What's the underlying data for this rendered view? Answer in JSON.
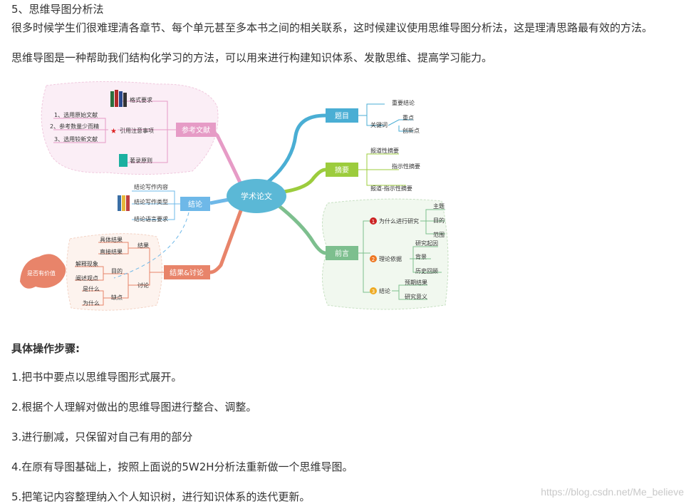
{
  "heading": "5、思维导图分析法",
  "intro1": "很多时候学生们很难理清各章节、每个单元甚至多本书之间的相关联系，这时候建议使用思维导图分析法，这是理清思路最有效的方法。",
  "intro2": "思维导图是一种帮助我们结构化学习的方法，可以用来进行构建知识体系、发散思维、提高学习能力。",
  "mindmap": {
    "center": "学术论文",
    "title_node": "题目",
    "title_items": [
      "重要结论",
      "关键词",
      "重点",
      "创新点"
    ],
    "abstract_node": "摘要",
    "abstract_items": [
      "报道性摘要",
      "指示性摘要",
      "报道-指示性摘要"
    ],
    "preface_node": "前言",
    "preface_groups": [
      {
        "label": "为什么进行研究",
        "num": "1",
        "items": [
          "主题",
          "目的",
          "范围"
        ]
      },
      {
        "label": "理论依据",
        "num": "2",
        "items": [
          "研究起因",
          "背景",
          "历史回顾"
        ]
      },
      {
        "label": "结论",
        "num": "3",
        "items": [
          "预期结果",
          "研究意义"
        ]
      }
    ],
    "ref_node": "参考文献",
    "ref_items": [
      "格式要求",
      "引用注意事项",
      "著录原则"
    ],
    "ref_sub": [
      "1、选用原始文献",
      "2、参考数量少而精",
      "3、选用较新文献"
    ],
    "conclusion_node": "结论",
    "conclusion_items": [
      "结论写作内容",
      "结论写作类型",
      "结论语言要求"
    ],
    "discussion_node": "结果&讨论",
    "result_label": "结果",
    "result_items": [
      "具体结果",
      "直接结果"
    ],
    "discuss_label": "讨论",
    "purpose_label": "目的",
    "purpose_items": [
      "解释现象",
      "阐述观点"
    ],
    "flaw_label": "缺点",
    "flaw_items": [
      "是什么",
      "为什么"
    ],
    "value_label": "是否有价值"
  },
  "steps_title": "具体操作步骤:",
  "steps": [
    "1.把书中要点以思维导图形式展开。",
    "2.根据个人理解对做出的思维导图进行整合、调整。",
    "3.进行删减，只保留对自己有用的部分",
    "4.在原有导图基础上，按照上面说的5W2H分析法重新做一个思维导图。",
    "5.把笔记内容整理纳入个人知识树，进行知识体系的迭代更新。"
  ],
  "watermark": "https://blog.csdn.net/Me_believe",
  "colors": {
    "center": "#5bb8d6",
    "title": "#4aaed4",
    "abstract": "#9ccc3d",
    "preface": "#7dbf8e",
    "reference": "#e69bc6",
    "conclusion": "#6eb8e8",
    "discussion": "#e8846a"
  }
}
